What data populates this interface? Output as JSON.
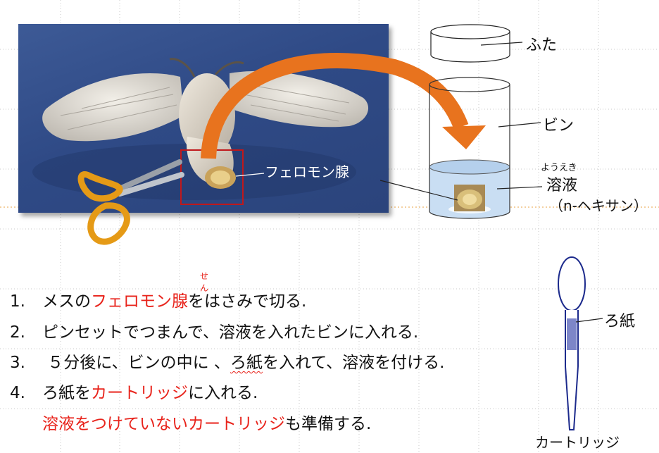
{
  "labels": {
    "lid": "ふた",
    "bottle": "ビン",
    "solution_reading": "ようえき",
    "solution": "溶液",
    "solvent": "（n-ヘキサン）",
    "gland": "フェロモン腺",
    "filter_paper": "ろ紙",
    "cartridge": "カートリッジ"
  },
  "steps": [
    {
      "num": "1.",
      "parts": [
        {
          "t": "メスの",
          "red": false
        },
        {
          "t": "フェロモン腺",
          "red": true
        },
        {
          "t": "をはさみで切る.",
          "red": false
        }
      ],
      "ruby": "せん"
    },
    {
      "num": "2.",
      "parts": [
        {
          "t": "ピンセットでつまんで、溶液を入れたビンに入れる.",
          "red": false
        }
      ]
    },
    {
      "num": "3.",
      "parts": [
        {
          "t": " ５分後に、ビンの中に 、",
          "red": false
        },
        {
          "t": "ろ紙",
          "red": false,
          "squig": true
        },
        {
          "t": "を入れて、溶液を付ける.",
          "red": false
        }
      ]
    },
    {
      "num": "4.",
      "parts": [
        {
          "t": "ろ紙を",
          "red": false
        },
        {
          "t": "カートリッジ",
          "red": true
        },
        {
          "t": "に入れる.",
          "red": false
        }
      ]
    },
    {
      "num": "",
      "parts": [
        {
          "t": "溶液をつけていないカートリッジ",
          "red": true
        },
        {
          "t": "も準備する.",
          "red": false
        }
      ]
    }
  ],
  "colors": {
    "accent_red": "#e8231b",
    "arrow_orange": "#e8731e",
    "highlight_box": "#c0181b",
    "solution_fill": "#c9def3"
  }
}
